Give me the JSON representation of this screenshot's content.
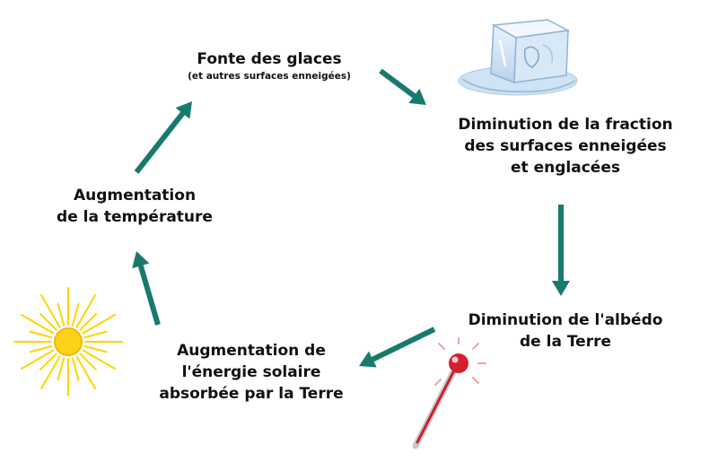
{
  "diagram": {
    "arrow_color": "#197a6c",
    "nodes": {
      "fonte": {
        "title": "Fonte des glaces",
        "subtitle": "(et autres surfaces enneigées)"
      },
      "diminution_fraction": {
        "lines": [
          "Diminution de la fraction",
          "des surfaces enneigées",
          "et englacées"
        ]
      },
      "diminution_albedo": {
        "lines": [
          "Diminution de l'albédo",
          "de la Terre"
        ]
      },
      "augmentation_energie": {
        "lines": [
          "Augmentation de",
          "l'énergie solaire",
          "absorbée par la Terre"
        ]
      },
      "augmentation_temperature": {
        "lines": [
          "Augmentation",
          "de la température"
        ]
      }
    },
    "icons": [
      "ice-cube-icon",
      "thermometer-icon",
      "sun-icon"
    ]
  }
}
